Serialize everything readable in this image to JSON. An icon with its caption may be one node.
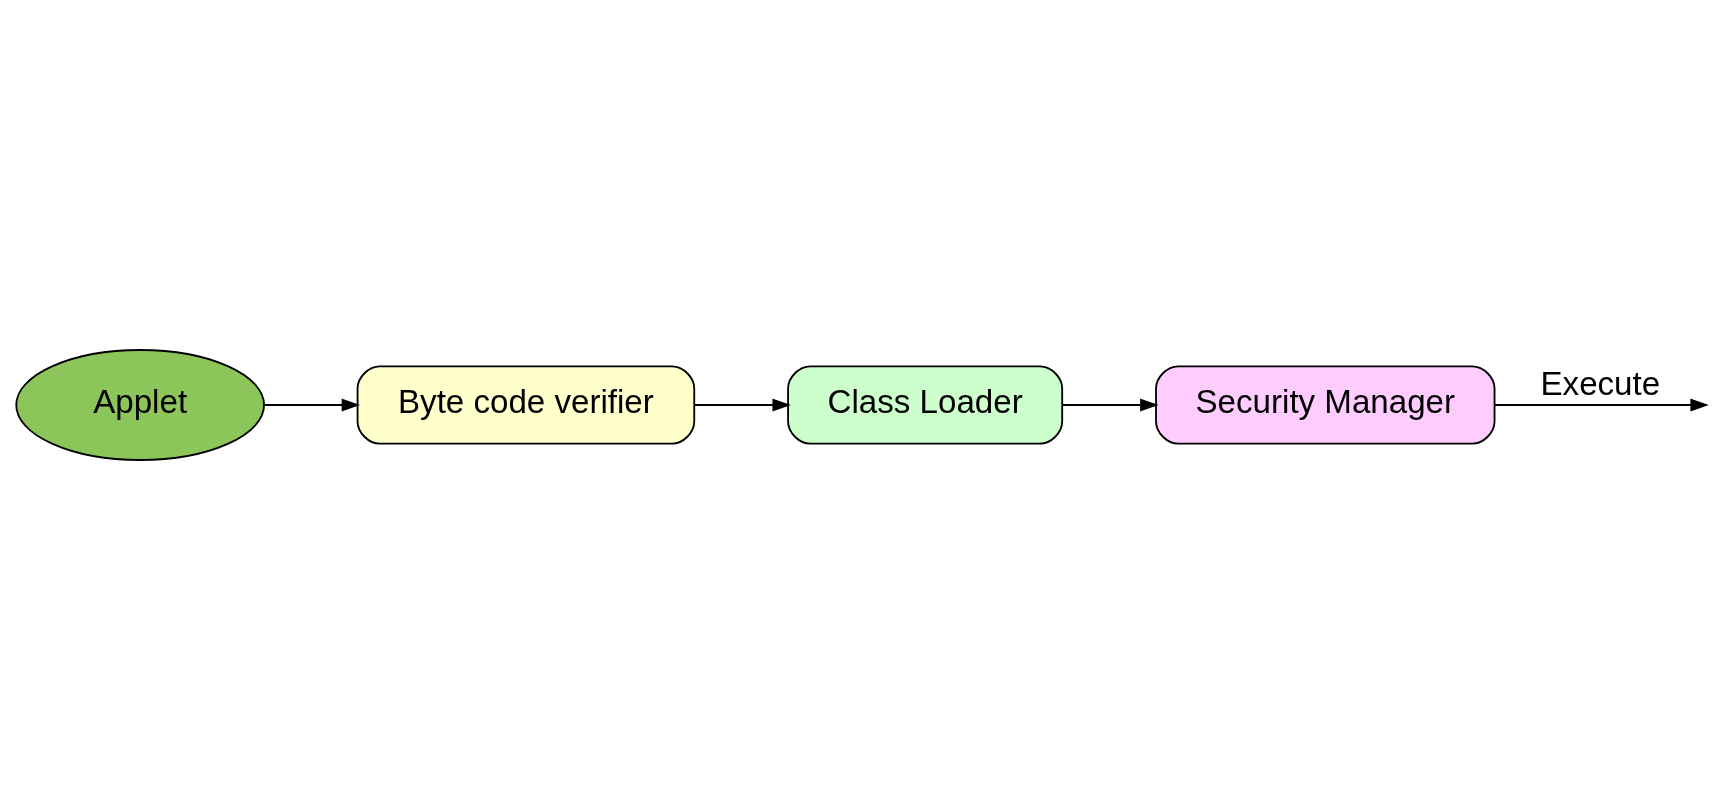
{
  "diagram": {
    "nodes": [
      {
        "text": [
          "Applet"
        ]
      },
      {
        "text": [
          "Byte code verifier"
        ]
      },
      {
        "text": [
          "Class Loader"
        ]
      },
      {
        "text": [
          "Security Manager"
        ]
      }
    ],
    "edges": [
      {
        "from": 0,
        "to": 1,
        "arrow": "to"
      },
      {
        "from": 1,
        "to": 2,
        "arrow": "to"
      },
      {
        "from": 2,
        "to": 3,
        "arrow": "to"
      },
      {
        "from": 3,
        "to": null,
        "arrow": "to",
        "label": "Execute"
      }
    ]
  }
}
